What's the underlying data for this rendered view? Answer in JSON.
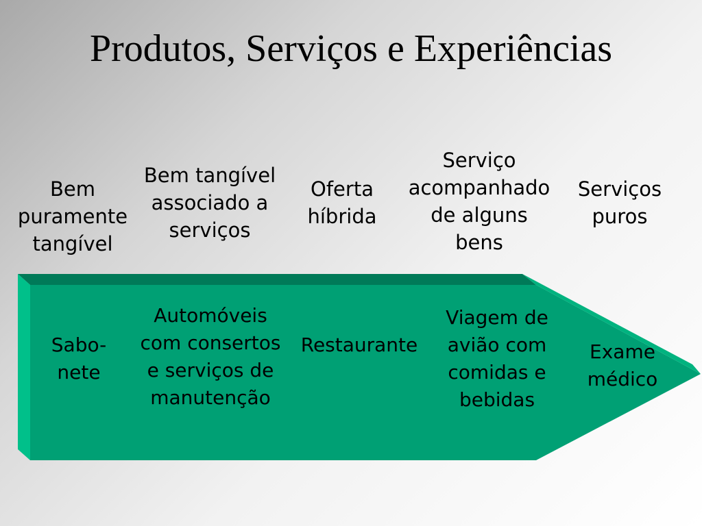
{
  "title": "Produtos, Serviços e Experiências",
  "categories": [
    "Bem\npuramente\ntangível",
    "Bem tangível\nassociado a\nserviços",
    "Oferta\nhíbrida",
    "Serviço\nacompanhado\nde alguns\nbens",
    "Serviços\npuros"
  ],
  "examples": [
    "Sabo-\nnete",
    "Automóveis\ncom consertos\ne serviços de\nmanutenção",
    "Restaurante",
    "Viagem de\navião com\ncomidas e\nbebidas",
    "Exame\nmédico"
  ],
  "colors": {
    "arrow_front": "#00a074",
    "arrow_top": "#007a58",
    "arrow_side": "#00c08a",
    "arrow_edge": "#00b37f"
  }
}
